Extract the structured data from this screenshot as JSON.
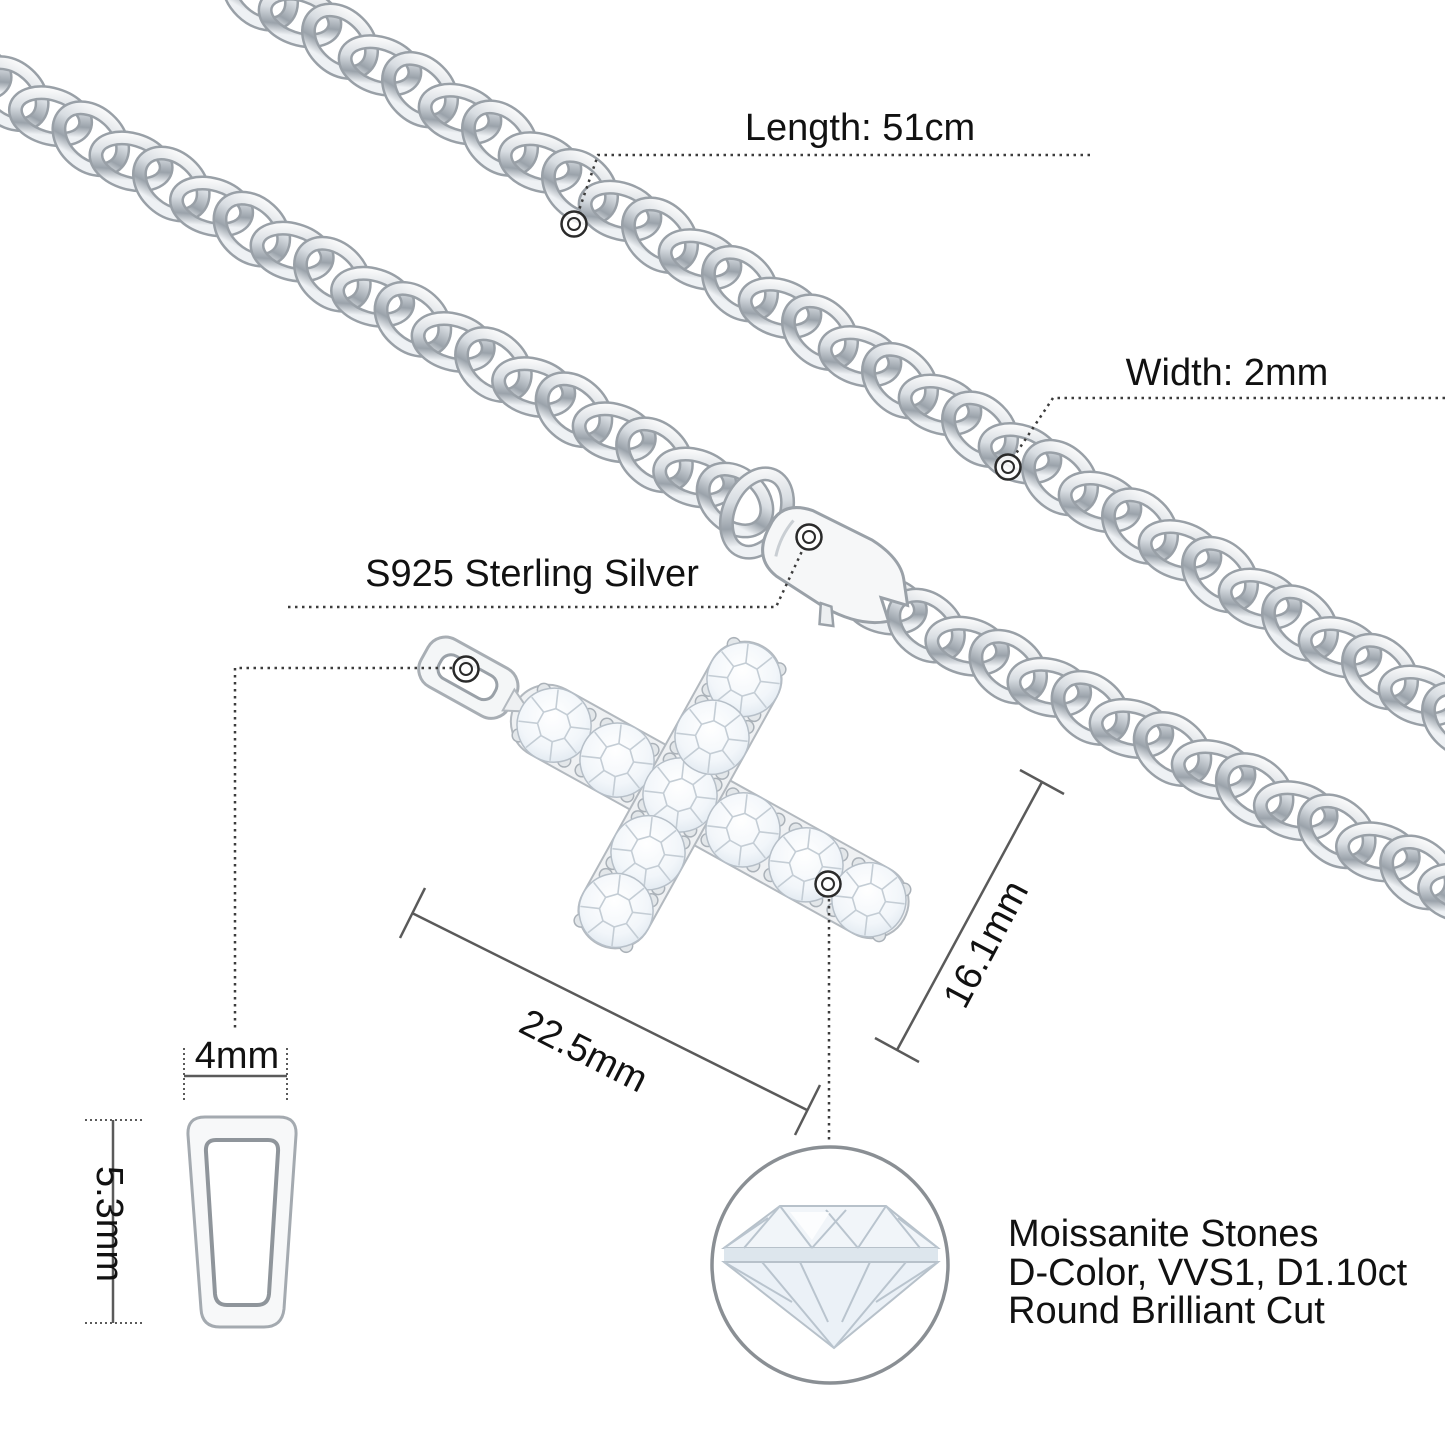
{
  "image_type": "jewelry-product-dimension-diagram",
  "colors": {
    "background": "#ffffff",
    "text": "#111111",
    "annotation_line": "#3c3c3c",
    "dimension_line": "#5a5a5a",
    "metal_light": "#f6f8f9",
    "metal_mid": "#c7cdd3",
    "metal_dark": "#8e959d",
    "stone_tint": "#e9eff5"
  },
  "annotations": {
    "chain_length": "Length: 51cm",
    "chain_width": "Width: 2mm",
    "material": "S925 Sterling Silver",
    "pendant_width": "22.5mm",
    "pendant_height": "16.1mm",
    "bail_width": "4mm",
    "bail_height": "5.3mm"
  },
  "stone_info": {
    "line1": "Moissanite Stones",
    "line2": "D-Color, VVS1, D1.10ct",
    "line3": "Round Brilliant Cut"
  },
  "subjects": {
    "chain": "silver curb chain",
    "clasp": "lobster clasp",
    "pendant": "moissanite cross pendant",
    "bail": "pendant bail",
    "stone": "round brilliant moissanite"
  }
}
